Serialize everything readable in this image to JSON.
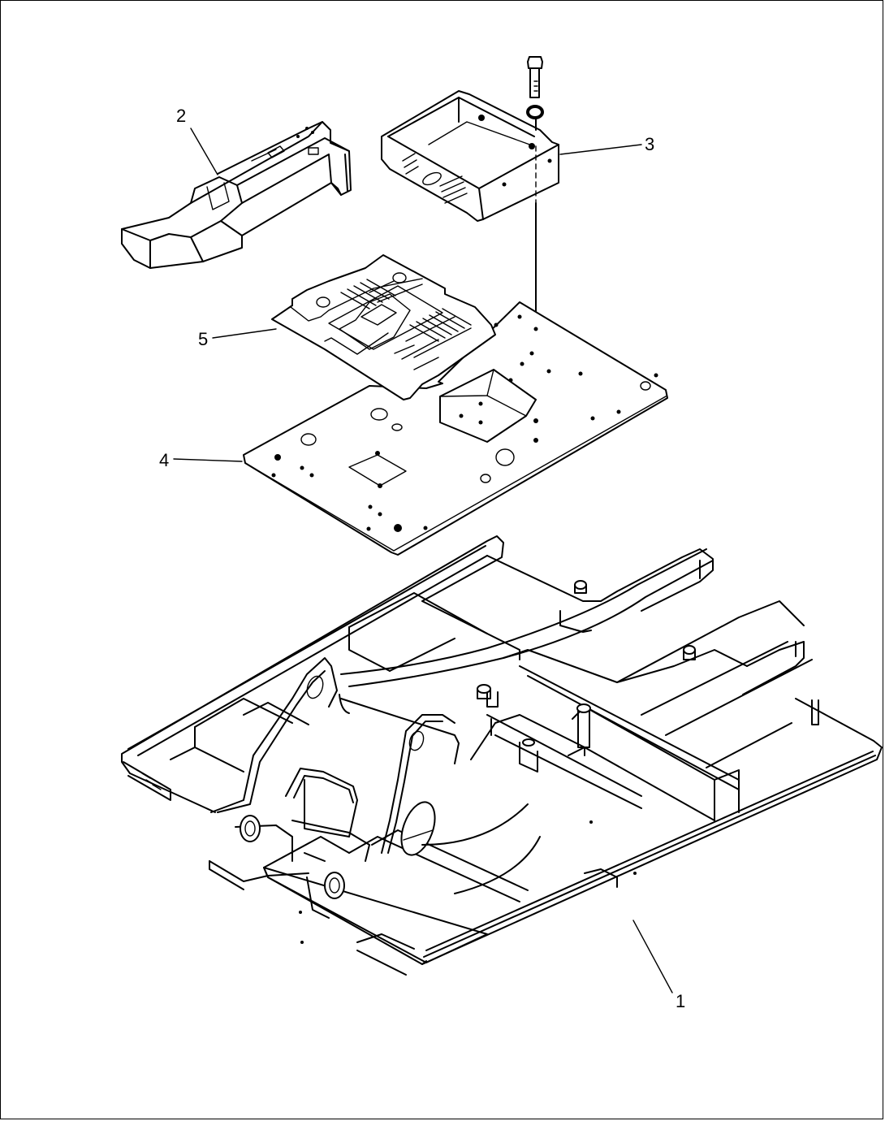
{
  "diagram": {
    "type": "exploded-parts-view",
    "colors": {
      "line": "#000000",
      "background": "#ffffff"
    },
    "callouts": [
      {
        "id": "1",
        "label": "1",
        "part": "frame"
      },
      {
        "id": "2",
        "label": "2",
        "part": "control-console"
      },
      {
        "id": "3",
        "label": "3",
        "part": "box-bracket"
      },
      {
        "id": "4",
        "label": "4",
        "part": "floor-plate"
      },
      {
        "id": "5",
        "label": "5",
        "part": "floor-mat"
      }
    ]
  }
}
